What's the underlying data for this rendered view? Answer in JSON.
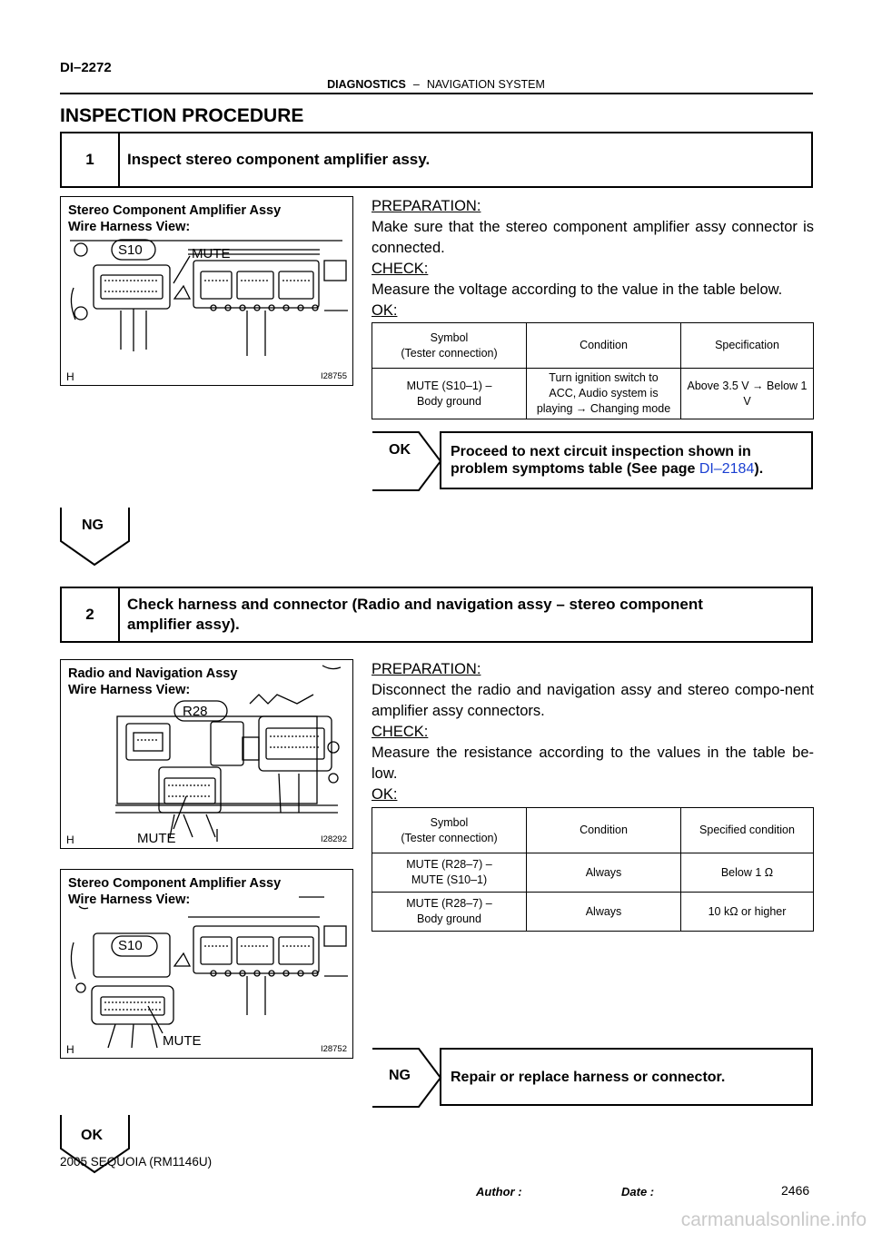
{
  "header": {
    "page_code": "DI–2272",
    "section": "DIAGNOSTICS",
    "separator": "–",
    "subsection": "NAVIGATION SYSTEM",
    "title": "INSPECTION PROCEDURE"
  },
  "step1": {
    "number": "1",
    "title": "Inspect stereo component amplifier assy.",
    "figure": {
      "title_line1": "Stereo Component Amplifier Assy",
      "title_line2": "Wire Harness View:",
      "connector": "S10",
      "pin_label": "MUTE",
      "corner": "H",
      "code": "I28755"
    },
    "preparation_head": "PREPARATION:",
    "preparation": "Make sure that the stereo component amplifier assy connector is connected.",
    "check_head": "CHECK:",
    "check": "Measure the voltage according to the value in the table below.",
    "ok_head": "OK:",
    "table": {
      "headers": [
        "Symbol",
        "(Tester connection)",
        "Condition",
        "Specification"
      ],
      "rows": [
        [
          "MUTE (S10–1) –",
          "Body ground",
          "Turn ignition switch to",
          "ACC, Audio system is",
          "playing → Changing mode",
          "Above 3.5 V → Below 1 V"
        ]
      ]
    },
    "ok_tag": "OK",
    "ok_result_1": "Proceed to next circuit inspection shown in",
    "ok_result_2": "problem symptoms table (See page",
    "ok_result_link": "DI–2184",
    "ok_result_end": ").",
    "ng_tag": "NG"
  },
  "step2": {
    "number": "2",
    "title_line1": "Check harness and connector (Radio and navigation assy – stereo component",
    "title_line2": "amplifier assy).",
    "figure_a": {
      "title_line1": "Radio and Navigation Assy",
      "title_line2": "Wire Harness View:",
      "connector": "R28",
      "pin_label": "MUTE",
      "corner": "H",
      "code": "I28292"
    },
    "figure_b": {
      "title_line1": "Stereo Component Amplifier Assy",
      "title_line2": "Wire Harness View:",
      "connector": "S10",
      "pin_label": "MUTE",
      "corner": "H",
      "code": "I28752"
    },
    "preparation_head": "PREPARATION:",
    "preparation": "Disconnect the radio and navigation assy and stereo compo-nent amplifier assy connectors.",
    "check_head": "CHECK:",
    "check": "Measure the resistance according to the values in the table be-low.",
    "ok_head": "OK:",
    "table": {
      "headers": [
        "Symbol",
        "(Tester connection)",
        "Condition",
        "Specified condition"
      ],
      "rows": [
        [
          "MUTE (R28–7) –",
          "MUTE (S10–1)",
          "Always",
          "Below 1 Ω"
        ],
        [
          "MUTE (R28–7) –",
          "Body ground",
          "Always",
          "10 kΩ or higher"
        ]
      ]
    },
    "ng_tag": "NG",
    "ng_result": "Repair or replace harness or connector.",
    "ok_tag": "OK"
  },
  "footer": {
    "vehicle": "2005 SEQUOIA   (RM1146U)",
    "page_number": "2466",
    "author_label": "Author :",
    "date_label": "Date :",
    "watermark": "carmanualsonline.info"
  }
}
